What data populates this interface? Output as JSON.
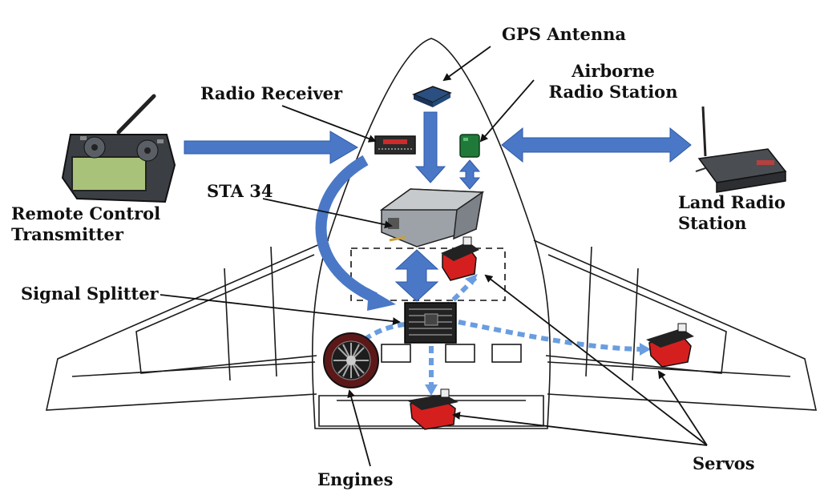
{
  "labels": {
    "gps_antenna": "GPS Antenna",
    "airborne_radio_line1": "Airborne",
    "airborne_radio_line2": "Radio Station",
    "radio_receiver": "Radio Receiver",
    "remote_line1": "Remote Control",
    "remote_line2": "Transmitter",
    "land_line1": "Land Radio",
    "land_line2": "Station",
    "sta34": "STA 34",
    "signal_splitter": "Signal Splitter",
    "engines": "Engines",
    "servos": "Servos"
  },
  "colors": {
    "arrow_blue": "#4a78c6",
    "arrow_outline": "#2d58a6",
    "dashed_blue": "#6a9de0",
    "servo_red": "#d51f1f",
    "outline": "#1a1a1a"
  },
  "icons": {
    "transmitter": "rc-transmitter-icon",
    "land_station": "radio-router-icon",
    "gps": "gps-antenna-icon",
    "receiver": "radio-receiver-icon",
    "airborne": "radio-modem-icon",
    "sta34": "flight-computer-icon",
    "splitter": "circuit-board-icon",
    "engine": "turbine-engine-icon",
    "servo": "servo-motor-icon"
  }
}
